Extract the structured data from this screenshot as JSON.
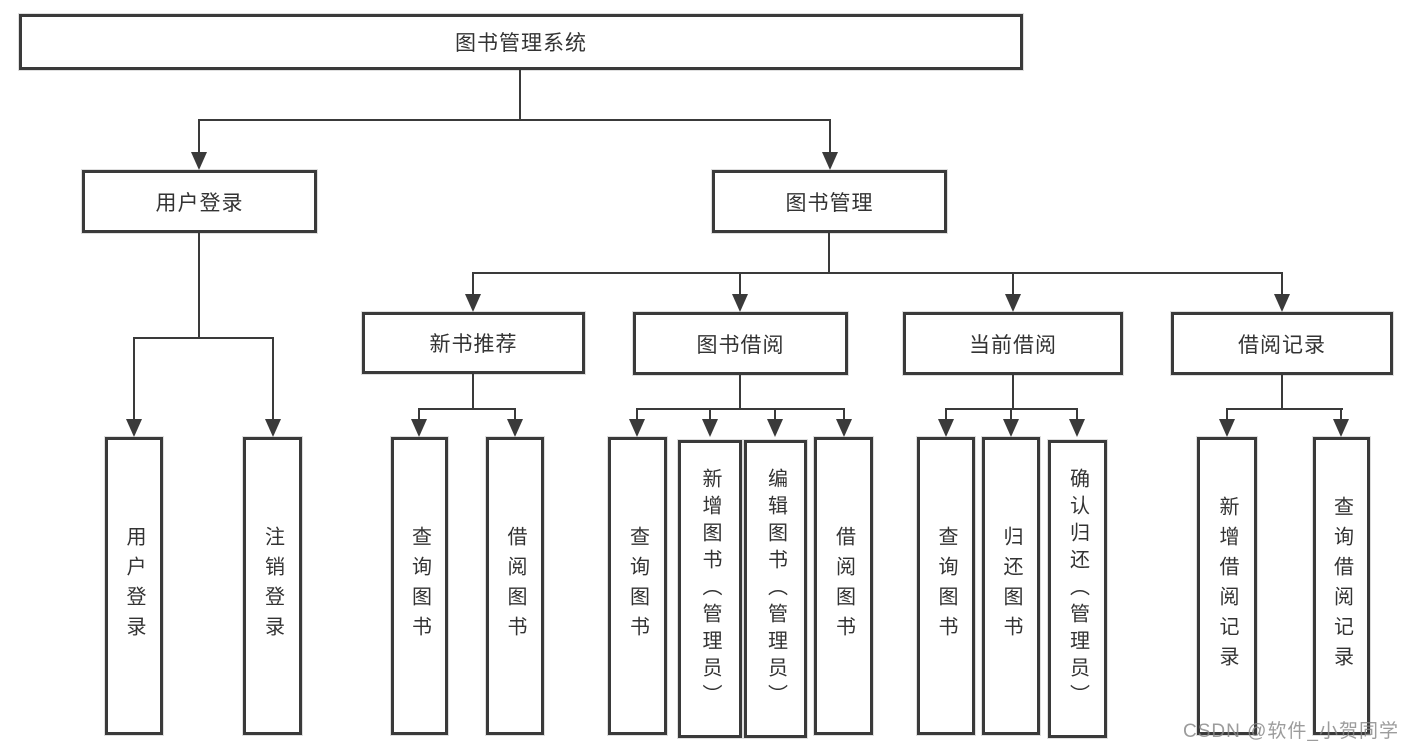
{
  "nodes": {
    "root": "图书管理系统",
    "user_login": "用户登录",
    "book_mgmt": "图书管理",
    "new_book_rec": "新书推荐",
    "book_borrow": "图书借阅",
    "current_borrow": "当前借阅",
    "borrow_records": "借阅记录",
    "leaf_user_login": "用户登录",
    "leaf_logout": "注销登录",
    "leaf_nb_query": "查询图书",
    "leaf_nb_borrow": "借阅图书",
    "leaf_bb_query": "查询图书",
    "leaf_bb_add": "新增图书（管理员）",
    "leaf_bb_edit": "编辑图书（管理员）",
    "leaf_bb_borrow": "借阅图书",
    "leaf_cb_query": "查询图书",
    "leaf_cb_return": "归还图书",
    "leaf_cb_confirm": "确认归还（管理员）",
    "leaf_br_add": "新增借阅记录",
    "leaf_br_query": "查询借阅记录"
  },
  "watermark": "CSDN @软件_小贺同学",
  "colors": {
    "line": "#3a3a3a",
    "text": "#333333",
    "watermark": "#868686",
    "background": "#ffffff"
  }
}
